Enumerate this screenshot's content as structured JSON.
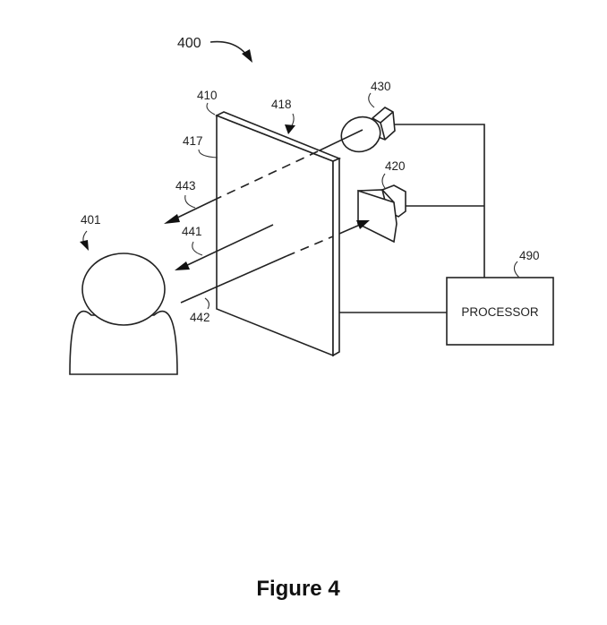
{
  "figure": {
    "caption": "Figure 4",
    "system_ref": "400",
    "labels": {
      "user": "401",
      "display_panel": "410",
      "panel_front_face": "417",
      "panel_edge": "418",
      "projector": "420",
      "camera": "430",
      "ray_441": "441",
      "ray_442": "442",
      "ray_443": "443",
      "processor_ref": "490"
    },
    "processor_text": "PROCESSOR"
  }
}
